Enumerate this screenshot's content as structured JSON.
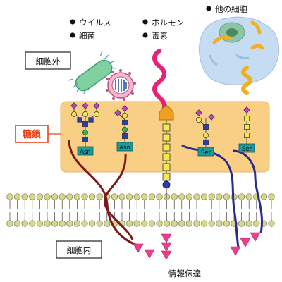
{
  "legend": {
    "pathogens": [
      "ウイルス",
      "細菌"
    ],
    "signals": [
      "ホルモン",
      "毒素"
    ],
    "other_cell": "他の細胞"
  },
  "labels": {
    "outside": "細胞外",
    "inside": "細胞内",
    "glycan": "糖鎖",
    "signal": "情報伝達"
  },
  "residues": {
    "asn": "Asn",
    "ser": "Ser"
  },
  "colors": {
    "glyco_band": "#f9cf85",
    "glycan_label_border": "#e8431a",
    "glycan_label_text": "#e8431a",
    "membrane_head": "#d9d97a",
    "arrow": "#ee3d8c",
    "protein_dark": "#7a1a1a",
    "protein_blue": "#2c2c8a",
    "hormone": "#e8207a"
  }
}
